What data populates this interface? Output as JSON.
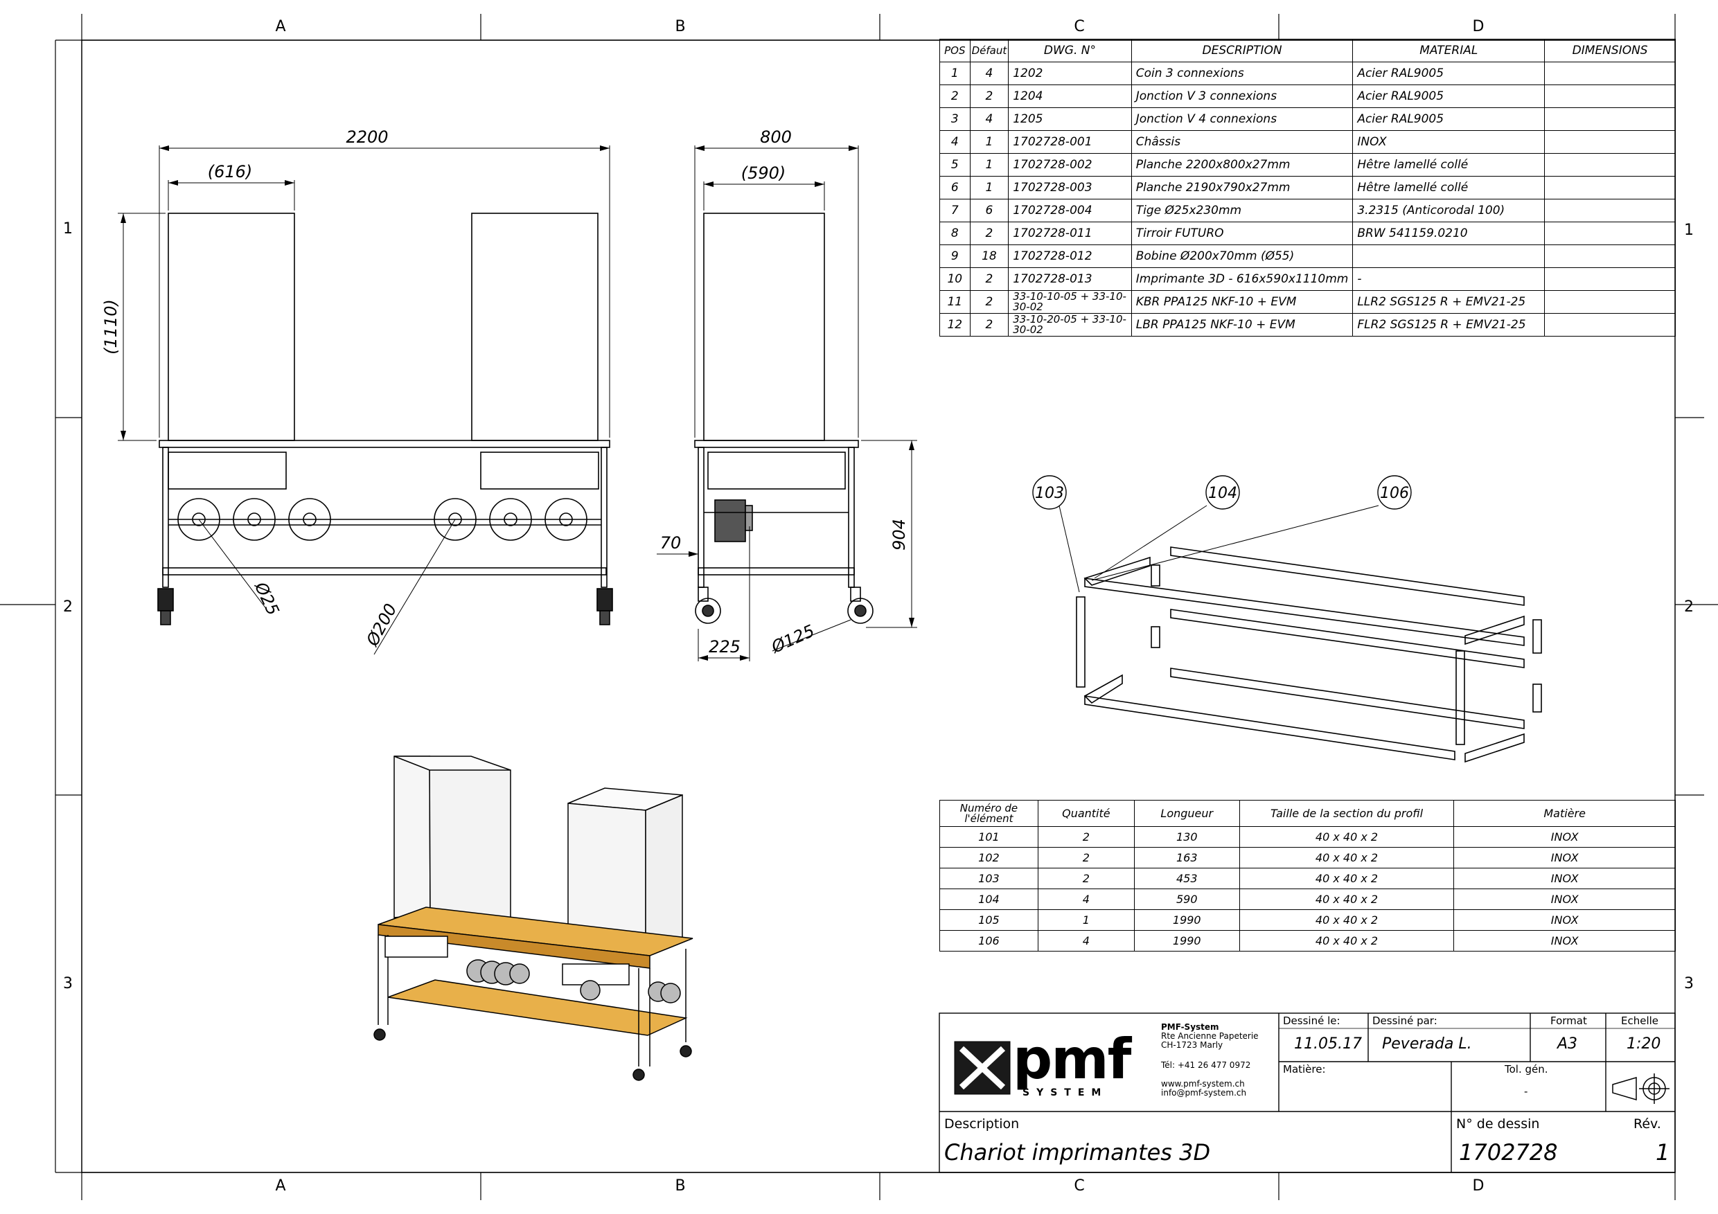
{
  "frame": {
    "columns": [
      "A",
      "B",
      "C",
      "D"
    ],
    "rows": [
      "1",
      "2",
      "3"
    ]
  },
  "dimensions": {
    "front_width": "2200",
    "front_printer_width": "(616)",
    "front_height": "(1110)",
    "bobbin_bore": "Ø25",
    "bobbin_diameter": "Ø200",
    "side_width": "800",
    "side_printer_width": "(590)",
    "side_height": "904",
    "side_offset": "70",
    "side_caster_offset": "225",
    "caster_diameter": "Ø125"
  },
  "balloons": [
    "103",
    "104",
    "106"
  ],
  "bom": {
    "headers": [
      "POS",
      "Défaut",
      "DWG. N°",
      "DESCRIPTION",
      "MATERIAL",
      "DIMENSIONS"
    ],
    "rows": [
      [
        "1",
        "4",
        "1202",
        "Coin 3 connexions",
        "Acier RAL9005",
        ""
      ],
      [
        "2",
        "2",
        "1204",
        "Jonction V 3 connexions",
        "Acier RAL9005",
        ""
      ],
      [
        "3",
        "4",
        "1205",
        "Jonction V 4 connexions",
        "Acier RAL9005",
        ""
      ],
      [
        "4",
        "1",
        "1702728-001",
        "Châssis",
        "INOX",
        ""
      ],
      [
        "5",
        "1",
        "1702728-002",
        "Planche 2200x800x27mm",
        "Hêtre lamellé collé",
        ""
      ],
      [
        "6",
        "1",
        "1702728-003",
        "Planche 2190x790x27mm",
        "Hêtre lamellé collé",
        ""
      ],
      [
        "7",
        "6",
        "1702728-004",
        "Tige Ø25x230mm",
        "3.2315 (Anticorodal 100)",
        ""
      ],
      [
        "8",
        "2",
        "1702728-011",
        "Tirroir FUTURO",
        "BRW 541159.0210",
        ""
      ],
      [
        "9",
        "18",
        "1702728-012",
        "Bobine Ø200x70mm (Ø55)",
        "",
        ""
      ],
      [
        "10",
        "2",
        "1702728-013",
        "Imprimante 3D - 616x590x1110mm",
        "-",
        ""
      ],
      [
        "11",
        "2",
        "33-10-10-05 + 33-10-30-02",
        "KBR PPA125 NKF-10 + EVM",
        "LLR2 SGS125 R + EMV21-25",
        ""
      ],
      [
        "12",
        "2",
        "33-10-20-05 + 33-10-30-02",
        "LBR PPA125 NKF-10 + EVM",
        "FLR2 SGS125 R + EMV21-25",
        ""
      ]
    ]
  },
  "elements": {
    "headers": [
      "Numéro de l'élément",
      "Quantité",
      "Longueur",
      "Taille de la section du profil",
      "Matière"
    ],
    "rows": [
      [
        "101",
        "2",
        "130",
        "40 x 40 x 2",
        "INOX"
      ],
      [
        "102",
        "2",
        "163",
        "40 x 40 x 2",
        "INOX"
      ],
      [
        "103",
        "2",
        "453",
        "40 x 40 x 2",
        "INOX"
      ],
      [
        "104",
        "4",
        "590",
        "40 x 40 x 2",
        "INOX"
      ],
      [
        "105",
        "1",
        "1990",
        "40 x 40 x 2",
        "INOX"
      ],
      [
        "106",
        "4",
        "1990",
        "40 x 40 x 2",
        "INOX"
      ]
    ]
  },
  "title_block": {
    "logo_text": "pmf",
    "logo_sub": "SYSTEM",
    "company": "PMF-System",
    "address1": "Rte Ancienne Papeterie",
    "address2": "CH-1723 Marly",
    "phone": "Tél: +41 26 477 0972",
    "web": "www.pmf-system.ch",
    "email": "info@pmf-system.ch",
    "drawn_on_label": "Dessiné le:",
    "drawn_on": "11.05.17",
    "drawn_by_label": "Dessiné par:",
    "drawn_by": "Peverada L.",
    "format_label": "Format",
    "format": "A3",
    "scale_label": "Echelle",
    "scale": "1:20",
    "material_label": "Matière:",
    "tol_label": "Tol. gén.",
    "tol": "-",
    "description_label": "Description",
    "description": "Chariot imprimantes 3D",
    "drawing_no_label": "N° de dessin",
    "drawing_no": "1702728",
    "rev_label": "Rév.",
    "rev": "1"
  }
}
